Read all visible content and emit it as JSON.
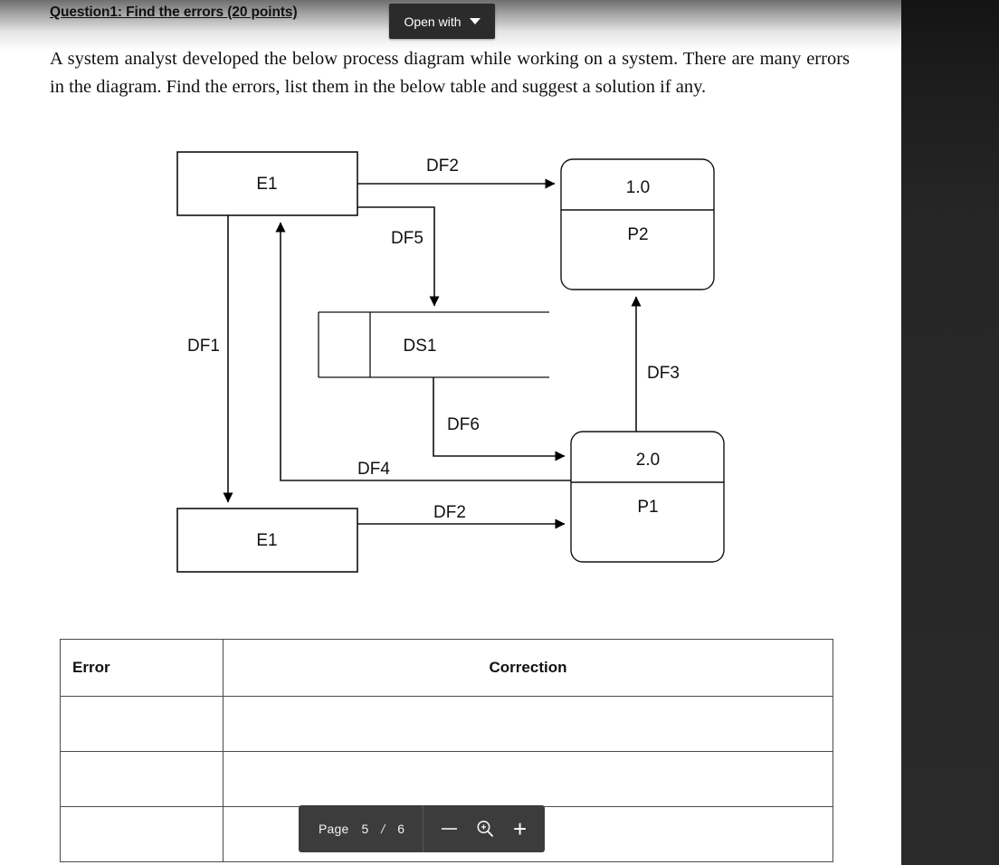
{
  "document": {
    "question_title": "Question1: Find the errors (20 points)",
    "body_paragraph": "A system analyst developed the below process diagram while working on a system. There are many errors in the diagram. Find the errors, list them in the below table and suggest a solution if any."
  },
  "toolbar": {
    "open_with_label": "Open with",
    "open_with_icon": "chevron-down-icon"
  },
  "diagram": {
    "entities": [
      {
        "id": "e1-top",
        "label": "E1"
      },
      {
        "id": "e1-bottom",
        "label": "E1"
      }
    ],
    "processes": [
      {
        "id": "p2",
        "number": "1.0",
        "name": "P2"
      },
      {
        "id": "p1",
        "number": "2.0",
        "name": "P1"
      }
    ],
    "datastores": [
      {
        "id": "ds1",
        "label": "DS1"
      }
    ],
    "flows": [
      {
        "id": "df2-top",
        "label": "DF2",
        "from": "e1-top",
        "to": "p2"
      },
      {
        "id": "df5",
        "label": "DF5",
        "from": "e1-top",
        "to": "ds1"
      },
      {
        "id": "df1",
        "label": "DF1",
        "from": "e1-top",
        "to": "e1-bottom"
      },
      {
        "id": "df4",
        "label": "DF4",
        "from": "p1",
        "to": "e1-top"
      },
      {
        "id": "df6",
        "label": "DF6",
        "from": "ds1",
        "to": "p1"
      },
      {
        "id": "df3",
        "label": "DF3",
        "from": "p1",
        "to": "p2"
      },
      {
        "id": "df2-bottom",
        "label": "DF2",
        "from": "e1-bottom",
        "to": "p1"
      }
    ]
  },
  "table": {
    "headers": [
      "Error",
      "Correction"
    ],
    "rows": [
      {
        "error": "",
        "correction": ""
      },
      {
        "error": "",
        "correction": ""
      },
      {
        "error": "",
        "correction": ""
      }
    ]
  },
  "page_controls": {
    "page_word": "Page",
    "current_page": "5",
    "separator": "/",
    "total_pages": "6",
    "zoom_out_icon": "minus-icon",
    "zoom_icon": "magnifier-plus-icon",
    "zoom_in_icon": "plus-icon"
  },
  "colors": {
    "toolbar_bg": "#3c3c3c",
    "button_bg": "#2b2b2b",
    "panel_bg": "#262626",
    "ink": "#111111"
  }
}
